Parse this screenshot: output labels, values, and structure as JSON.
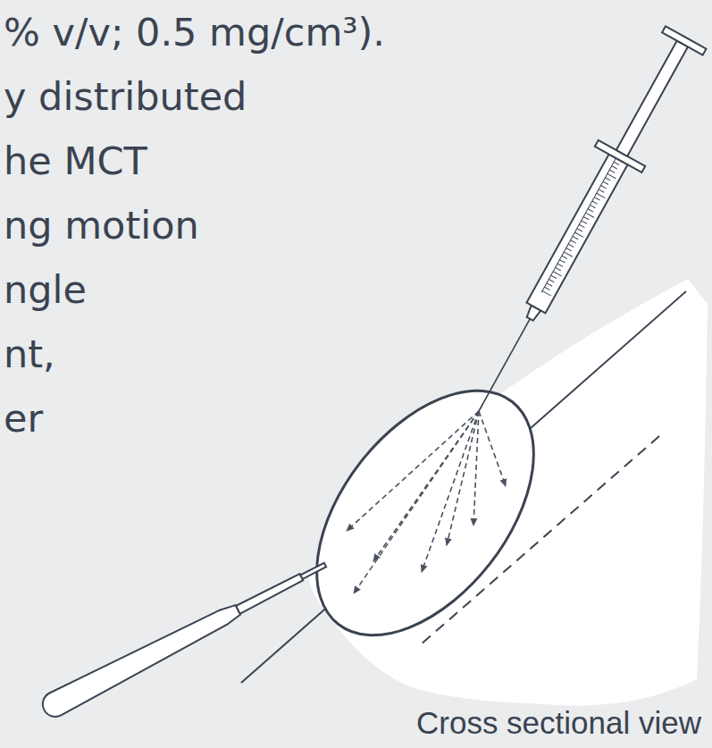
{
  "diagram": {
    "labels": [
      "% v/v; 0.5 mg/cm³).",
      "y distributed",
      "he MCT",
      "ng motion",
      "ngle",
      "nt,",
      "er",
      "Cross sectional view"
    ]
  }
}
